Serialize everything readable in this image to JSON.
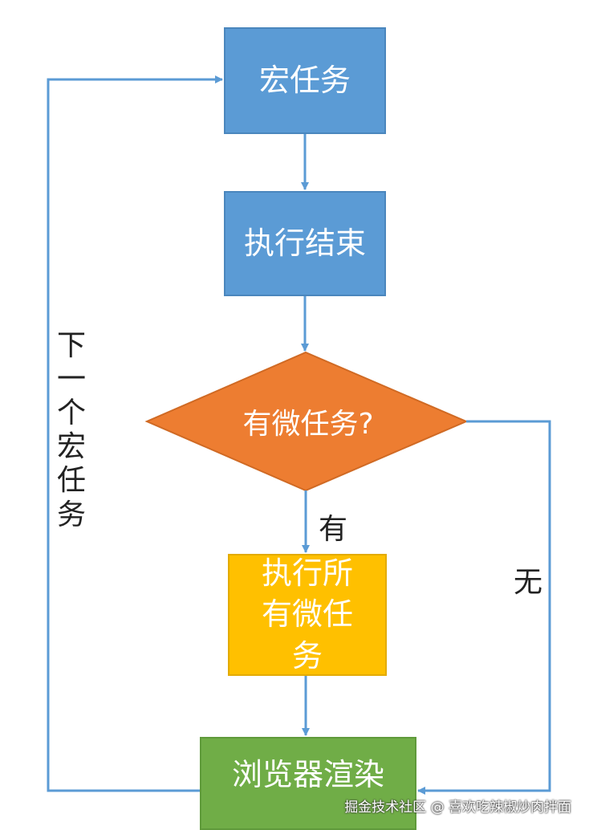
{
  "nodes": {
    "macro_task": "宏任务",
    "exec_done": "执行结束",
    "has_micro": "有微任务?",
    "exec_all_micro": "执行所有微任务",
    "browser_render": "浏览器渲染"
  },
  "labels": {
    "yes": "有",
    "no": "无",
    "next_macro": "下一个宏任务"
  },
  "watermark": "掘金技术社区 @ 喜欢吃辣椒炒肉拌面",
  "colors": {
    "blue": "#5b9bd5",
    "orange": "#ed7d31",
    "yellow": "#ffc000",
    "green": "#70ad47",
    "connector": "#5b9bd5"
  }
}
